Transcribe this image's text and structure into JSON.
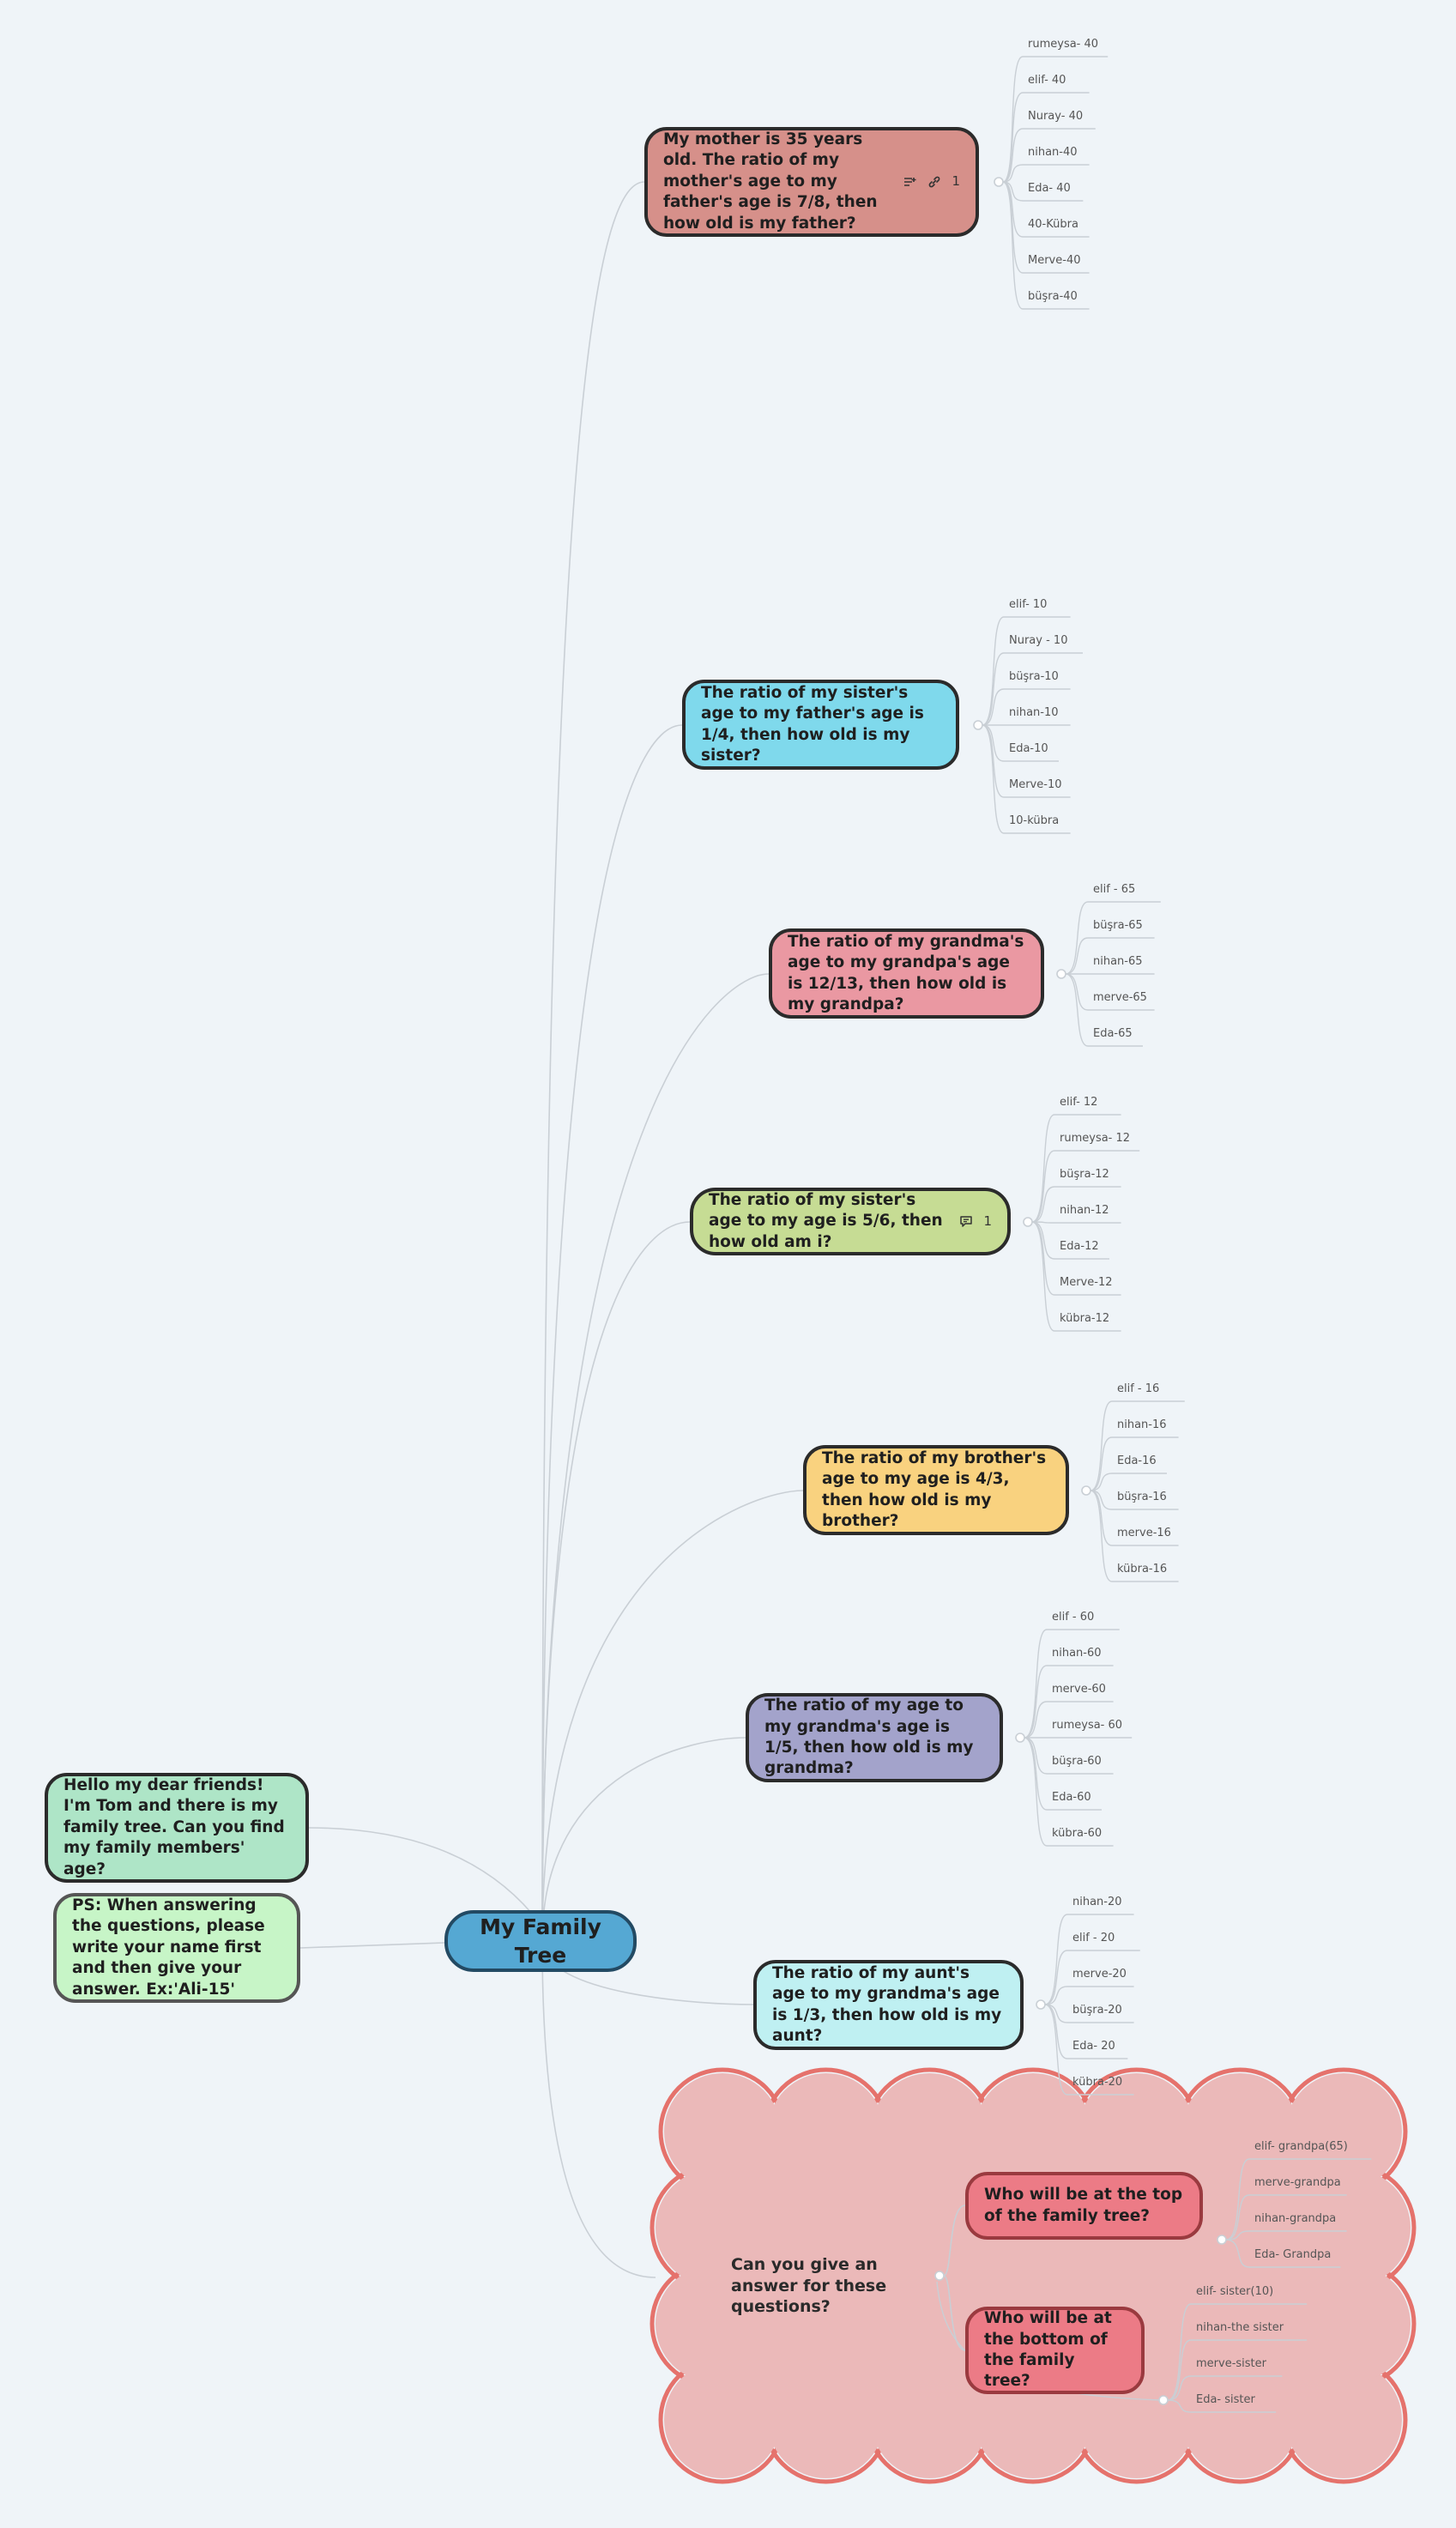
{
  "center": {
    "label": "My Family Tree"
  },
  "intro": {
    "greeting": "Hello my dear friends! I'm Tom and there is my family tree. Can you find my family members' age?",
    "instruction": "PS: When answering the questions, please write your name first and then give your answer. Ex:'Ali-15'"
  },
  "questions": [
    {
      "text": "My mother is 35 years old. The ratio of my mother's age to my father's age is 7/8, then how old is my father?",
      "link_count": "1",
      "answers": [
        "rumeysa- 40",
        "elif- 40",
        "Nuray- 40",
        "nihan-40",
        "Eda- 40",
        "40-Kübra",
        "Merve-40",
        "büşra-40"
      ]
    },
    {
      "text": "The ratio of my sister's age to my father's age is 1/4, then how old is my sister?",
      "answers": [
        "elif- 10",
        "Nuray - 10",
        "büşra-10",
        "nihan-10",
        "Eda-10",
        "Merve-10",
        "10-kübra"
      ]
    },
    {
      "text": "The ratio of my grandma's age to my grandpa's age is 12/13, then how old is my grandpa?",
      "answers": [
        "elif - 65",
        "büşra-65",
        "nihan-65",
        "merve-65",
        "Eda-65"
      ]
    },
    {
      "text": "The ratio of my sister's age to my age is 5/6, then how old am i?",
      "comment_count": "1",
      "answers": [
        "elif- 12",
        "rumeysa- 12",
        "büşra-12",
        "nihan-12",
        "Eda-12",
        "Merve-12",
        "kübra-12"
      ]
    },
    {
      "text": "The ratio of my brother's age to my age is 4/3, then how old is my brother?",
      "answers": [
        "elif - 16",
        "nihan-16",
        "Eda-16",
        "büşra-16",
        "merve-16",
        "kübra-16"
      ]
    },
    {
      "text": "The ratio of my age to my grandma's age is 1/5, then how old is my grandma?",
      "answers": [
        "elif - 60",
        "nihan-60",
        "merve-60",
        "rumeysa- 60",
        "büşra-60",
        "Eda-60",
        "kübra-60"
      ]
    },
    {
      "text": "The ratio of my aunt's age to my grandma's age is 1/3, then how old is my aunt?",
      "answers": [
        "nihan-20",
        "elif - 20",
        "merve-20",
        "büşra-20",
        "Eda- 20",
        "kübra-20"
      ]
    }
  ],
  "cloud": {
    "label": "Can you give an answer for these questions?",
    "items": [
      {
        "text": "Who will be at the top of the family tree?",
        "answers": [
          "elif- grandpa(65)",
          "merve-grandpa",
          "nihan-grandpa",
          "Eda- Grandpa"
        ]
      },
      {
        "text": "Who will be at the bottom of the family tree?",
        "answers": [
          "elif- sister(10)",
          "nihan-the sister",
          "merve-sister",
          "Eda- sister"
        ]
      }
    ]
  },
  "colors": {
    "line": "#c9cfd5",
    "cloud_fill": "#ebb9b9",
    "cloud_stroke": "#e5726c"
  }
}
